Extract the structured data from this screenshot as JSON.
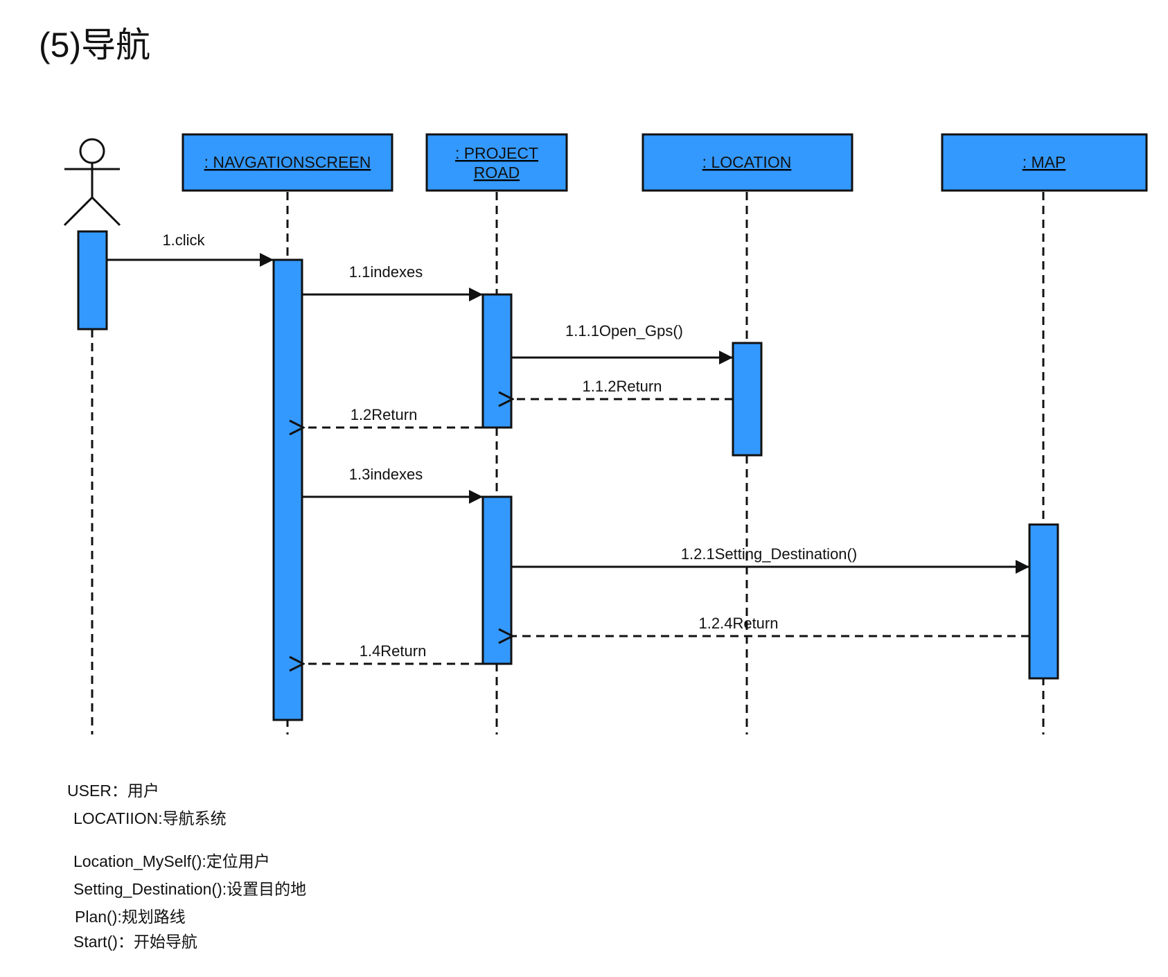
{
  "title": "(5)导航",
  "colors": {
    "box_fill": "#3399ff",
    "outline": "#111111",
    "background": "#ffffff"
  },
  "actor": {
    "icon": "stick-figure-actor-icon"
  },
  "objects": [
    {
      "id": "navscreen",
      "lines": [
        ": NAVGATIONSCREEN"
      ]
    },
    {
      "id": "project_road",
      "lines": [
        ": PROJECT",
        "ROAD"
      ]
    },
    {
      "id": "location",
      "lines": [
        ": LOCATION"
      ]
    },
    {
      "id": "map",
      "lines": [
        ": MAP"
      ]
    }
  ],
  "messages": [
    {
      "label": "1.click",
      "from": "user",
      "to": "navscreen",
      "kind": "call"
    },
    {
      "label": "1.1indexes",
      "from": "navscreen",
      "to": "project_road",
      "kind": "call"
    },
    {
      "label": "1.1.1Open_Gps()",
      "from": "project_road",
      "to": "location",
      "kind": "call"
    },
    {
      "label": "1.1.2Return",
      "from": "location",
      "to": "project_road",
      "kind": "return"
    },
    {
      "label": "1.2Return",
      "from": "project_road",
      "to": "navscreen",
      "kind": "return"
    },
    {
      "label": "1.3indexes",
      "from": "navscreen",
      "to": "project_road",
      "kind": "call"
    },
    {
      "label": "1.2.1Setting_Destination()",
      "from": "project_road",
      "to": "map",
      "kind": "call"
    },
    {
      "label": "1.2.4Return",
      "from": "map",
      "to": "project_road",
      "kind": "return"
    },
    {
      "label": "1.4Return",
      "from": "project_road",
      "to": "navscreen",
      "kind": "return"
    }
  ],
  "legend": [
    "USER：用户",
    "LOCATIION:导航系统",
    "Location_MySelf():定位用户",
    "Setting_Destination():设置目的地",
    "Plan():规划路线",
    "Start()：开始导航"
  ]
}
